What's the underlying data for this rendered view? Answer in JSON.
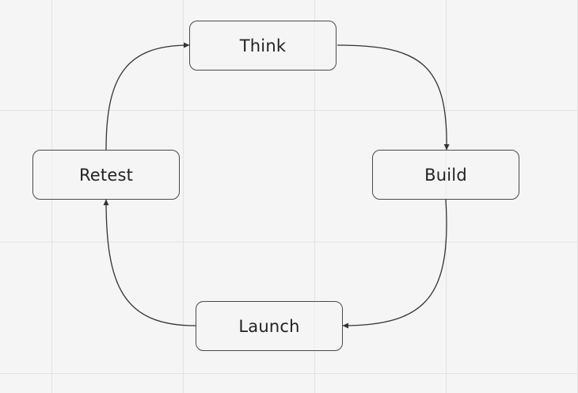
{
  "diagram": {
    "type": "cycle",
    "nodes": [
      {
        "id": "think",
        "label": "Think"
      },
      {
        "id": "build",
        "label": "Build"
      },
      {
        "id": "launch",
        "label": "Launch"
      },
      {
        "id": "retest",
        "label": "Retest"
      }
    ],
    "edges": [
      {
        "from": "think",
        "to": "build"
      },
      {
        "from": "build",
        "to": "launch"
      },
      {
        "from": "launch",
        "to": "retest"
      },
      {
        "from": "retest",
        "to": "think"
      }
    ]
  },
  "colors": {
    "canvas_background": "#f5f5f5",
    "grid_line": "#e2e2e2",
    "node_border": "#4a4a4a",
    "connector": "#333333",
    "text": "#222222"
  }
}
